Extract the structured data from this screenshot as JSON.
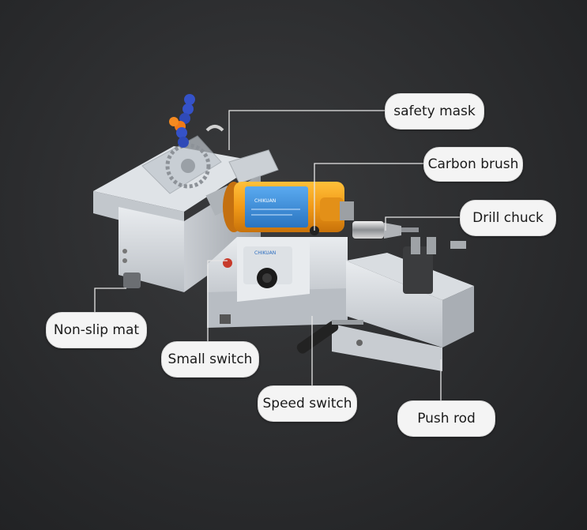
{
  "labels": {
    "safety_mask": "safety mask",
    "carbon_brush": "Carbon brush",
    "drill_chuck": "Drill chuck",
    "non_slip_mat": "Non-slip mat",
    "small_switch": "Small switch",
    "speed_switch": "Speed switch",
    "push_rod": "Push rod"
  },
  "colors": {
    "background": "#2b2c2e",
    "machine_body": "#cfd3d8",
    "motor_orange": "#f0a020",
    "motor_label_blue": "#3a8fd6",
    "leader_line": "#e6e6e6",
    "callout_fill": "#f4f4f4"
  }
}
